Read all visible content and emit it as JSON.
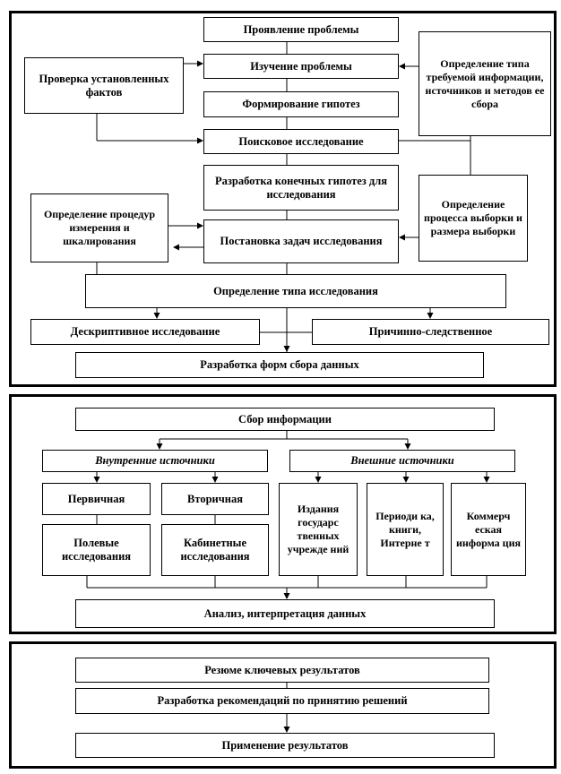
{
  "stage1": {
    "manifestation": "Проявление проблемы",
    "study": "Изучение проблемы",
    "hypotheses": "Формирование гипотез",
    "exploratory": "Поисковое исследование",
    "final_hypotheses": "Разработка конечных гипотез для исследования",
    "tasks": "Постановка задач исследования",
    "type": "Определение типа исследования",
    "descriptive": "Дескриптивное исследование",
    "causal": "Причинно-следственное",
    "forms": "Разработка форм сбора данных",
    "check_facts": "Проверка установленных фактов",
    "info_type": "Определение типа требуемой информации, источников и методов ее сбора",
    "procedures": "Определение процедур измерения и шкалирования",
    "sampling": "Определение процесса выборки и размера выборки"
  },
  "stage2": {
    "collection": "Сбор информации",
    "internal": "Внутренние источники",
    "external": "Внешние источники",
    "primary": "Первичная",
    "secondary": "Вторичная",
    "field": "Полевые исследования",
    "desk": "Кабинетные исследования",
    "gov": "Издания государс твенных учрежде ний",
    "periodicals": "Периоди ка, книги, Интерне т",
    "commercial": "Коммерч еская информа ция",
    "analysis": "Анализ, интерпретация данных"
  },
  "stage3": {
    "summary": "Резюме ключевых результатов",
    "recommendations": "Разработка рекомендаций по принятию решений",
    "application": "Применение результатов"
  }
}
